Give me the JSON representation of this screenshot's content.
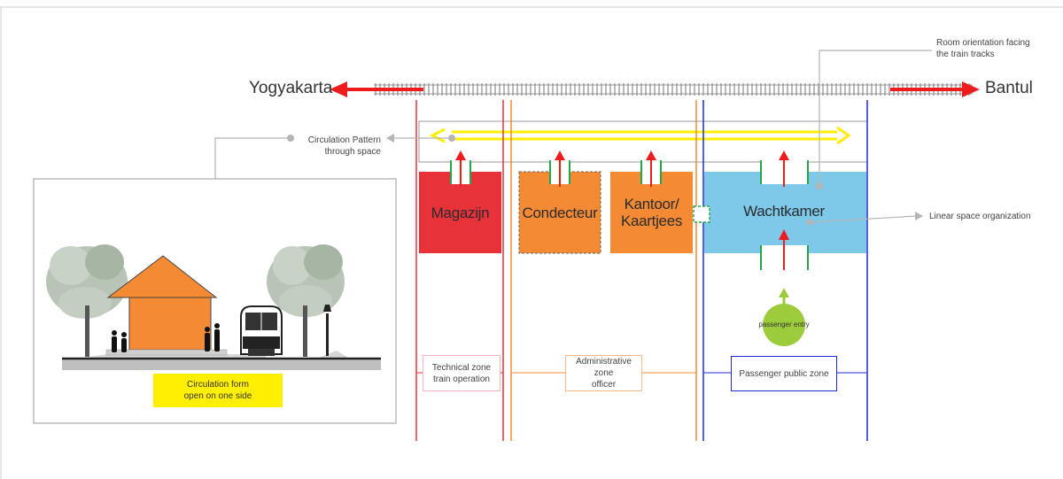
{
  "colors": {
    "track_arrow": "#ee1c1c",
    "yellow_arrow": "#ffee00",
    "magazijn": "#e8323a",
    "condecteur": "#f58a35",
    "kantoor": "#f58a35",
    "wachtkamer": "#7ec8ea",
    "entry_circle": "#9ccc3c",
    "zone_technical": "#e8323a",
    "zone_admin": "#f58a35",
    "zone_passenger": "#1d2bd6",
    "door_jamb": "#22aa44"
  },
  "track": {
    "left_city": "Yogyakarta",
    "right_city": "Bantul"
  },
  "notes": {
    "orientation_line1": "Room orientation facing",
    "orientation_line2": "the train tracks",
    "circulation_line1": "Circulation Pattern",
    "circulation_line2": "through space",
    "linear": "Linear space organization"
  },
  "rooms": {
    "magazijn": "Magazijn",
    "condecteur": "Condecteur",
    "kantoor_line1": "Kantoor/",
    "kantoor_line2": "Kaartjees",
    "wachtkamer": "Wachtkamer"
  },
  "entry": "passenger entry",
  "zones": {
    "technical_line1": "Technical zone",
    "technical_line2": "train operation",
    "admin_line1": "Administrative zone",
    "admin_line2": "officer",
    "passenger": "Passenger public zone"
  },
  "section": {
    "caption_line1": "Circulation form",
    "caption_line2": "open on one side"
  }
}
